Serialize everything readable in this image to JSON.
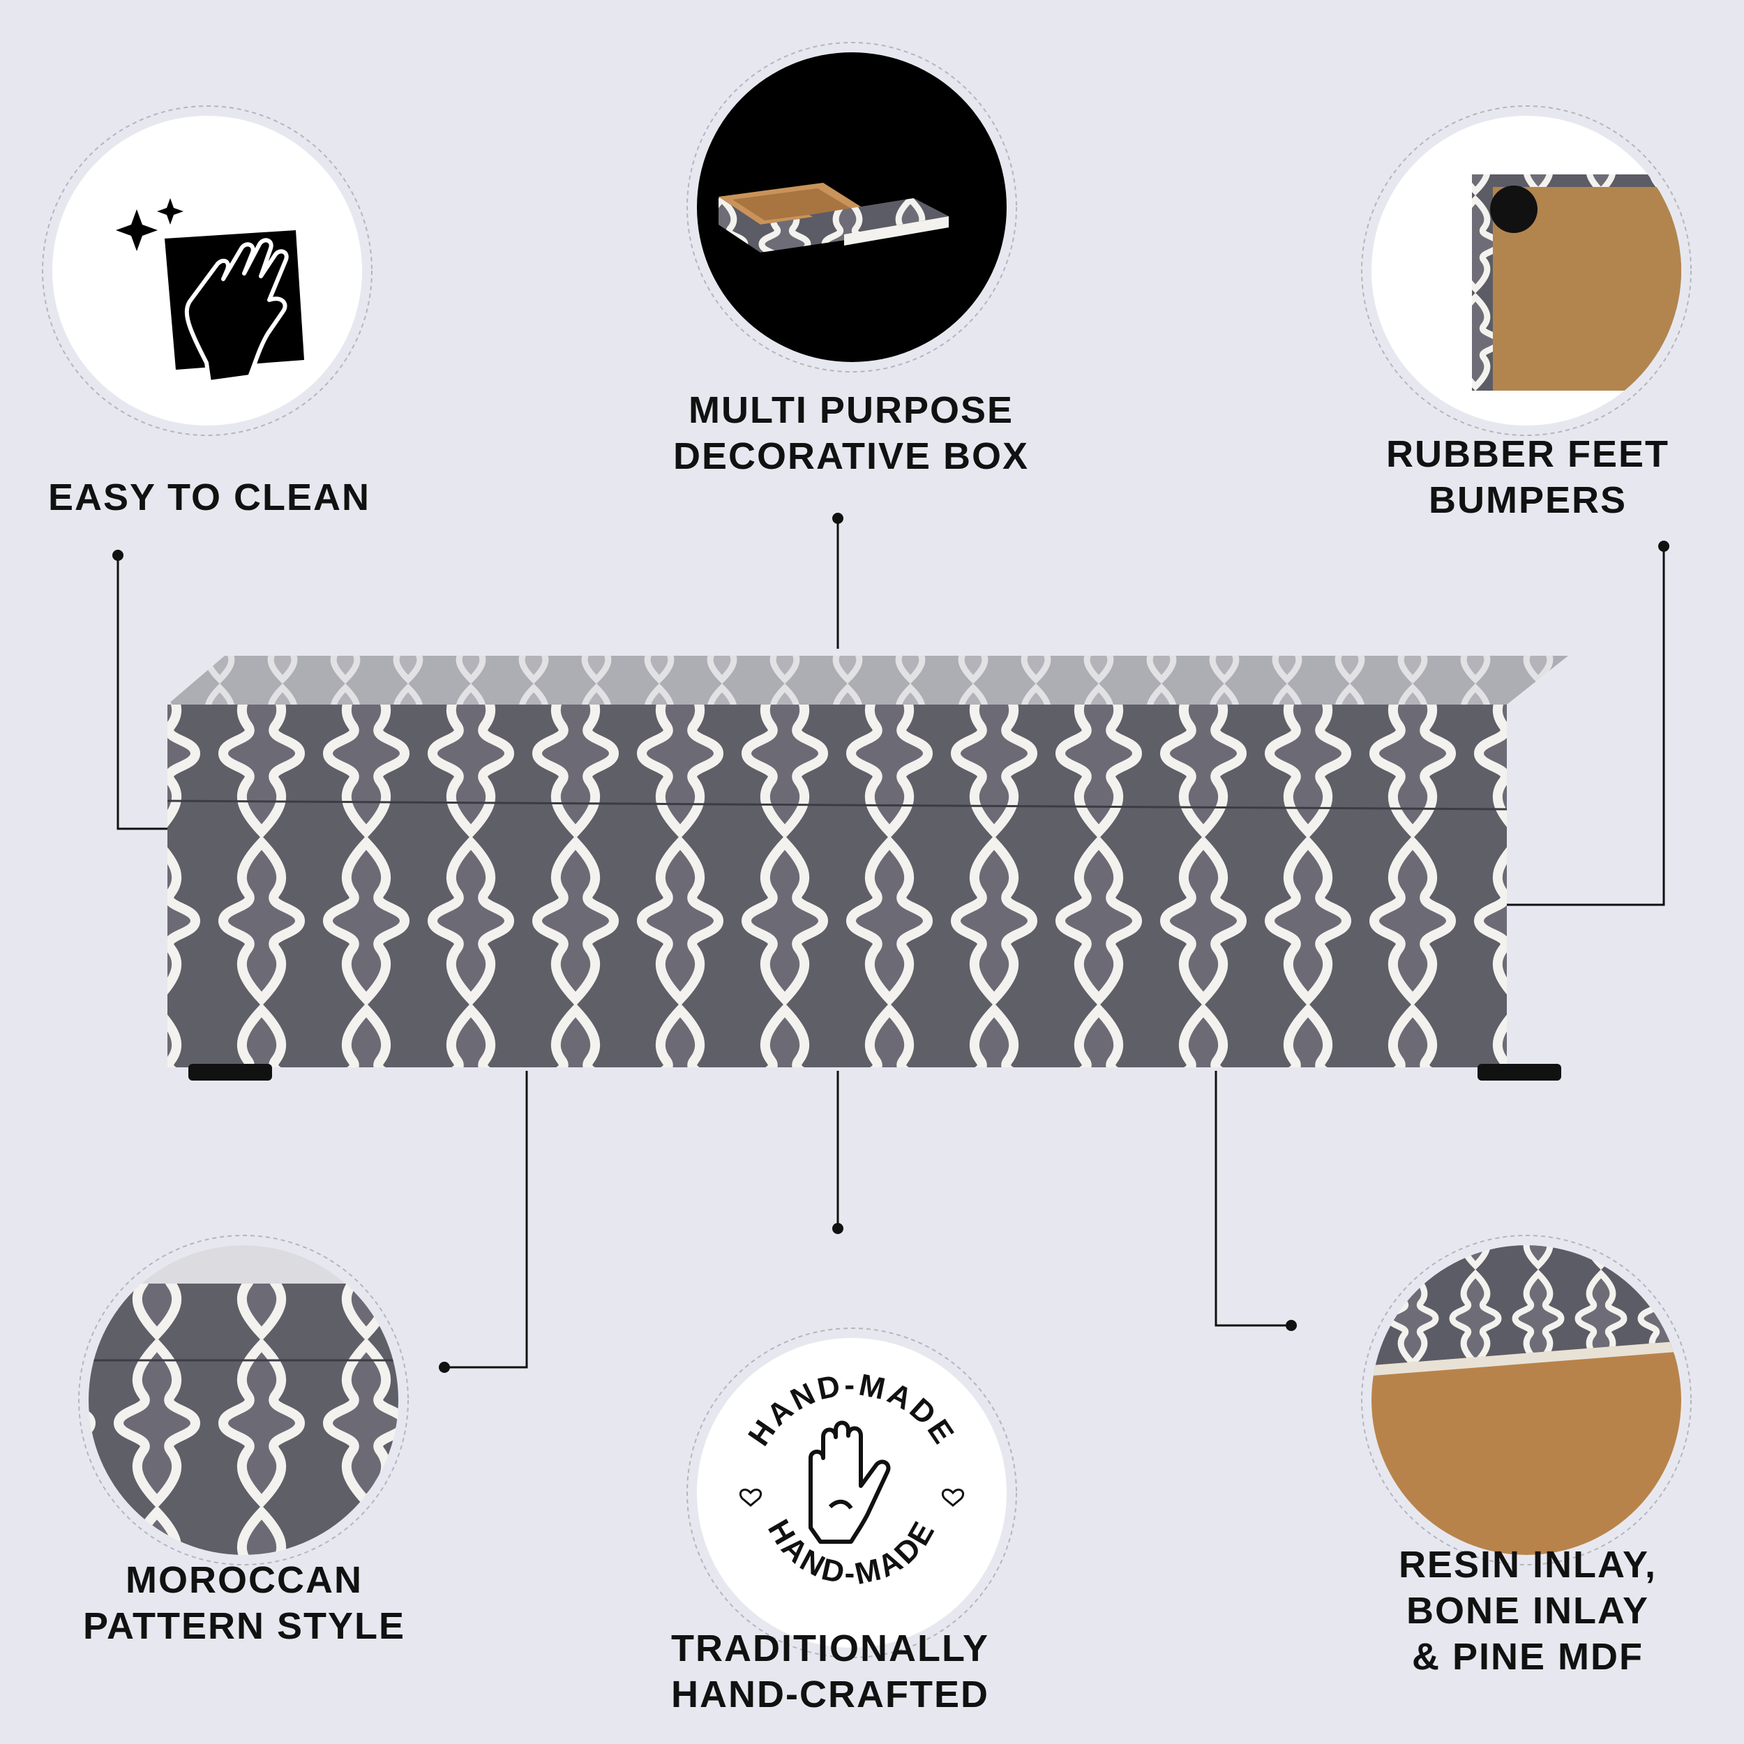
{
  "features": {
    "easy_clean": {
      "lines": [
        "EASY TO CLEAN"
      ],
      "icon": "hand-wipe-cloth-icon"
    },
    "multi_purpose": {
      "lines": [
        "MULTI PURPOSE",
        "DECORATIVE BOX"
      ]
    },
    "rubber_feet": {
      "lines": [
        "RUBBER FEET",
        "BUMPERS"
      ]
    },
    "moroccan": {
      "lines": [
        "MOROCCAN",
        "PATTERN STYLE"
      ]
    },
    "handcrafted": {
      "lines": [
        "TRADITIONALLY",
        "HAND-CRAFTED"
      ],
      "badge_top": "HAND-MADE",
      "badge_bottom": "HAND-MADE",
      "icon": "raised-hand-icon"
    },
    "materials": {
      "lines": [
        "RESIN INLAY,",
        "BONE INLAY",
        "& PINE MDF"
      ]
    }
  },
  "colors": {
    "background": "#e7e8ef",
    "box_grey": "#5f5f68",
    "inlay_white": "#f3f2ee",
    "wood": "#b8834a",
    "text": "#111111"
  }
}
